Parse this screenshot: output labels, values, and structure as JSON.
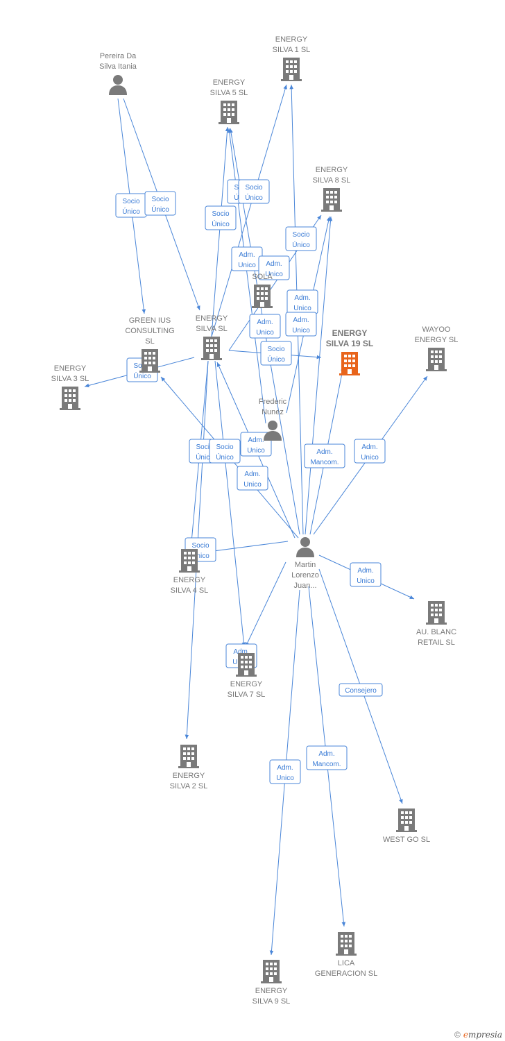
{
  "colors": {
    "edge": "#4a86d8",
    "node": "#7a7a7a",
    "highlight": "#e8641b",
    "label": "#777777"
  },
  "nodes": [
    {
      "id": "pereira",
      "type": "person",
      "lines": [
        "Pereira Da",
        "Silva Itania"
      ]
    },
    {
      "id": "es1",
      "type": "company",
      "lines": [
        "ENERGY",
        "SILVA 1  SL"
      ]
    },
    {
      "id": "es5",
      "type": "company",
      "lines": [
        "ENERGY",
        "SILVA 5  SL"
      ]
    },
    {
      "id": "es8",
      "type": "company",
      "lines": [
        "ENERGY",
        "SILVA 8  SL"
      ]
    },
    {
      "id": "sola",
      "type": "company",
      "lines": [
        "SOLA"
      ]
    },
    {
      "id": "greenius",
      "type": "company",
      "lines": [
        "GREEN IUS",
        "CONSULTING",
        "SL"
      ]
    },
    {
      "id": "essl",
      "type": "company",
      "lines": [
        "ENERGY",
        "SILVA  SL"
      ]
    },
    {
      "id": "es19",
      "type": "company",
      "highlight": true,
      "lines": [
        "ENERGY",
        "SILVA 19  SL"
      ]
    },
    {
      "id": "wayoo",
      "type": "company",
      "lines": [
        "WAYOO",
        "ENERGY  SL"
      ]
    },
    {
      "id": "es3",
      "type": "company",
      "lines": [
        "ENERGY",
        "SILVA 3  SL"
      ]
    },
    {
      "id": "frederic",
      "type": "person",
      "lines": [
        "Frederic",
        "Nunez"
      ]
    },
    {
      "id": "martin",
      "type": "person",
      "lines": [
        "Martin",
        "Lorenzo",
        "Juan..."
      ]
    },
    {
      "id": "es4",
      "type": "company",
      "lines": [
        "ENERGY",
        "SILVA 4  SL"
      ]
    },
    {
      "id": "aublanc",
      "type": "company",
      "lines": [
        "AU.  BLANC",
        "RETAIL SL"
      ]
    },
    {
      "id": "es7",
      "type": "company",
      "lines": [
        "ENERGY",
        "SILVA 7  SL"
      ]
    },
    {
      "id": "es2",
      "type": "company",
      "lines": [
        "ENERGY",
        "SILVA 2  SL"
      ]
    },
    {
      "id": "westgo",
      "type": "company",
      "lines": [
        "WEST GO SL"
      ]
    },
    {
      "id": "lica",
      "type": "company",
      "lines": [
        "LICA",
        "GENERACION SL"
      ]
    },
    {
      "id": "es9",
      "type": "company",
      "lines": [
        "ENERGY",
        "SILVA 9  SL"
      ]
    }
  ],
  "edges": [
    {
      "from": "pereira",
      "to": "greenius",
      "lines": [
        "Socio",
        "Único"
      ]
    },
    {
      "from": "pereira",
      "to": "essl",
      "lines": [
        "Socio",
        "Único"
      ]
    },
    {
      "from": "essl",
      "to": "es3",
      "lines": [
        "Socio",
        "Único"
      ]
    },
    {
      "from": "essl",
      "to": "es5",
      "lines": [
        "Socio",
        "Único"
      ]
    },
    {
      "from": "essl",
      "to": "es1",
      "lines": [
        "Socio",
        "Único"
      ]
    },
    {
      "from": "essl",
      "to": "es8",
      "lines": [
        "Socio",
        "Único"
      ]
    },
    {
      "from": "essl",
      "to": "es19",
      "lines": [
        "Socio",
        "Único"
      ]
    },
    {
      "from": "essl",
      "to": "es4",
      "lines": [
        "Socio",
        "Único"
      ]
    },
    {
      "from": "essl",
      "to": "es7",
      "lines": [
        "Socio",
        "Único"
      ]
    },
    {
      "from": "essl",
      "to": "es2",
      "lines": [
        "Socio",
        "Único"
      ]
    },
    {
      "from": "frederic",
      "to": "es5",
      "lines": [
        "Socio",
        "Único"
      ]
    },
    {
      "from": "frederic",
      "to": "es8",
      "lines": [
        "Adm.",
        "Unico"
      ]
    },
    {
      "from": "martin",
      "to": "es1",
      "lines": [
        "Adm.",
        "Unico"
      ]
    },
    {
      "from": "martin",
      "to": "es5",
      "lines": [
        "Adm.",
        "Unico"
      ]
    },
    {
      "from": "martin",
      "to": "es8",
      "lines": [
        "Adm.",
        "Unico"
      ]
    },
    {
      "from": "martin",
      "to": "es19",
      "lines": [
        "Adm.",
        "Unico"
      ]
    },
    {
      "from": "martin",
      "to": "wayoo",
      "lines": [
        "Adm.",
        "Mancom."
      ]
    },
    {
      "from": "martin",
      "to": "greenius",
      "lines": [
        "Adm.",
        "Unico"
      ]
    },
    {
      "from": "martin",
      "to": "essl",
      "lines": [
        "Adm.",
        "Unico"
      ]
    },
    {
      "from": "martin",
      "to": "es4",
      "lines": [
        "Adm.",
        "Unico"
      ]
    },
    {
      "from": "martin",
      "to": "aublanc",
      "lines": [
        "Adm.",
        "Unico"
      ]
    },
    {
      "from": "martin",
      "to": "es7",
      "lines": [
        "Adm.",
        "Unico"
      ]
    },
    {
      "from": "martin",
      "to": "westgo",
      "lines": [
        "Consejero"
      ]
    },
    {
      "from": "martin",
      "to": "lica",
      "lines": [
        "Adm.",
        "Mancom."
      ]
    },
    {
      "from": "martin",
      "to": "es9",
      "lines": [
        "Adm.",
        "Unico"
      ]
    }
  ],
  "footer": {
    "copyright": "©",
    "brand_initial": "e",
    "brand_rest": "mpresia"
  }
}
